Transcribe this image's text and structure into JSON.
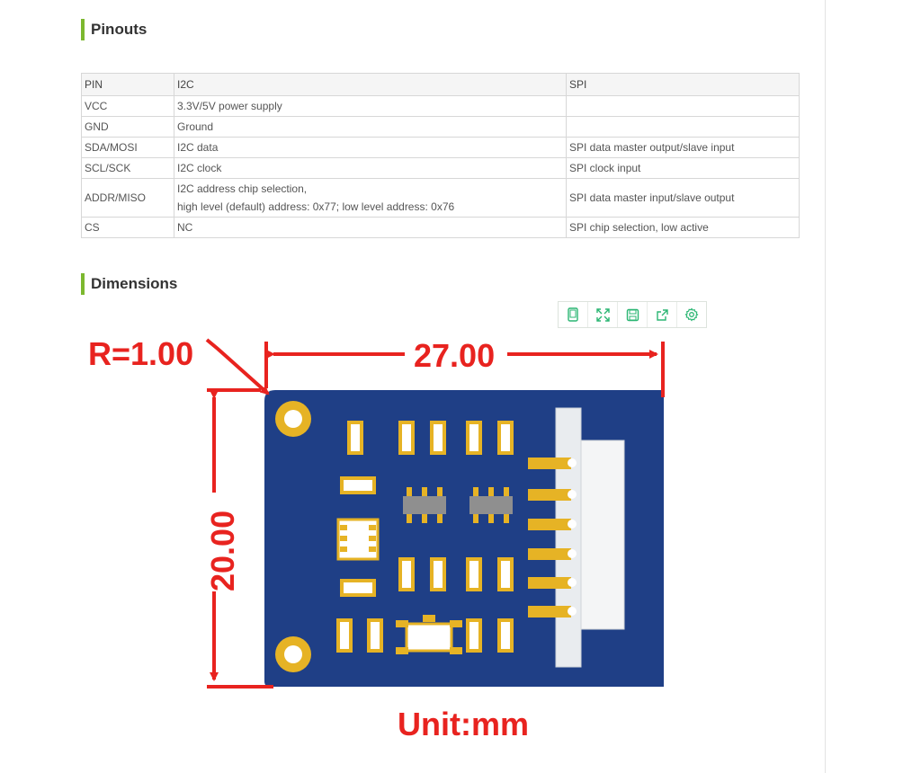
{
  "pinouts": {
    "title": "Pinouts",
    "headers": [
      "PIN",
      "I2C",
      "SPI"
    ],
    "rows": [
      {
        "pin": "VCC",
        "i2c": "3.3V/5V power supply",
        "spi": ""
      },
      {
        "pin": "GND",
        "i2c": "Ground",
        "spi": ""
      },
      {
        "pin": "SDA/MOSI",
        "i2c": "I2C data",
        "spi": "SPI data master output/slave input"
      },
      {
        "pin": "SCL/SCK",
        "i2c": "I2C clock",
        "spi": "SPI clock input"
      },
      {
        "pin": "ADDR/MISO",
        "i2c_line1": "I2C address chip selection,",
        "i2c_line2": "high level (default) address: 0x77; low level address: 0x76",
        "spi": "SPI data master input/slave output"
      },
      {
        "pin": "CS",
        "i2c": "NC",
        "spi": "SPI chip selection, low active"
      }
    ]
  },
  "dimensions": {
    "title": "Dimensions",
    "radius_label": "R=1.00",
    "width_label": "27.00",
    "height_label": "20.00",
    "unit_label": "Unit:mm"
  },
  "toolbar": {
    "icons": [
      "phone-view-icon",
      "fullscreen-icon",
      "save-icon",
      "share-icon",
      "settings-icon"
    ],
    "accent": "#2bb673"
  },
  "colors": {
    "section_accent": "#7cb82f",
    "annotation_red": "#e8231f",
    "pcb_blue": "#1f3f86",
    "gold": "#e6b325"
  }
}
